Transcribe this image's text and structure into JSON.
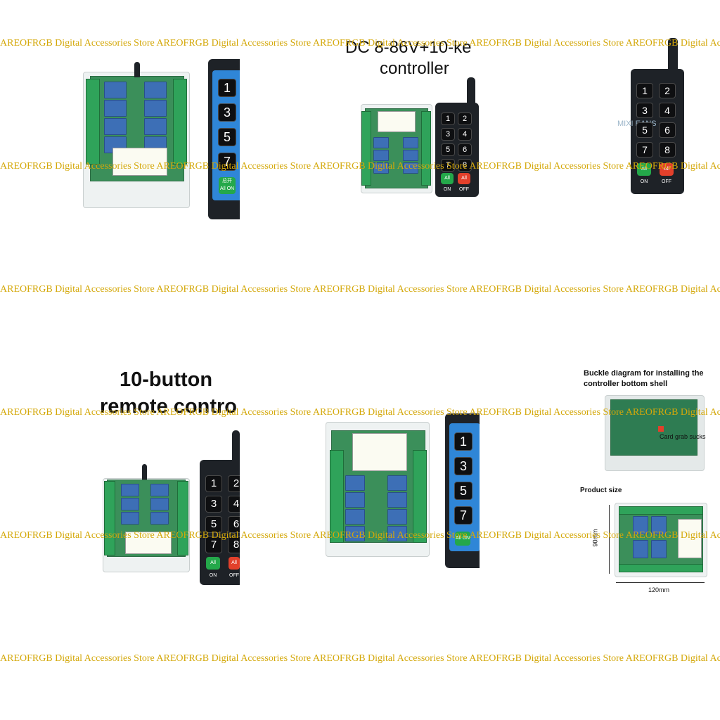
{
  "watermark": {
    "text": "AREOFRGB Digital Accessories Store AREOFRGB Digital Accessories Store AREOFRGB Digital Accessories Store AREOFRGB Digital Accessories Store AREOFRGB Digital Accessories Store",
    "color": "#d4a80a"
  },
  "tile2": {
    "title_line1": "DC 8-86V+10-ke",
    "title_line2": "controller"
  },
  "tile3": {
    "brand_watermark": "MIXI EANS"
  },
  "tile4": {
    "title_line1": "10-button",
    "title_line2": "remote contro"
  },
  "tile6": {
    "heading_line1": "Buckle diagram for installing the",
    "heading_line2": "controller bottom shell",
    "callout": "Card grab sucks",
    "size_heading": "Product size",
    "dim_height": "90mm",
    "dim_width": "120mm"
  },
  "remote_large": {
    "keys": [
      "1",
      "3",
      "5",
      "7"
    ],
    "all_on": "All ON",
    "all_on_cn": "总开"
  },
  "remote_pair": {
    "keys": [
      "1",
      "2",
      "3",
      "4",
      "5",
      "6",
      "7",
      "8"
    ],
    "all_on": "All ON",
    "all_off": "All OFF"
  },
  "colors": {
    "relay_blue": "#3d6fb6",
    "terminal_green": "#2fa35a",
    "remote_panel": "#2f86d7"
  }
}
